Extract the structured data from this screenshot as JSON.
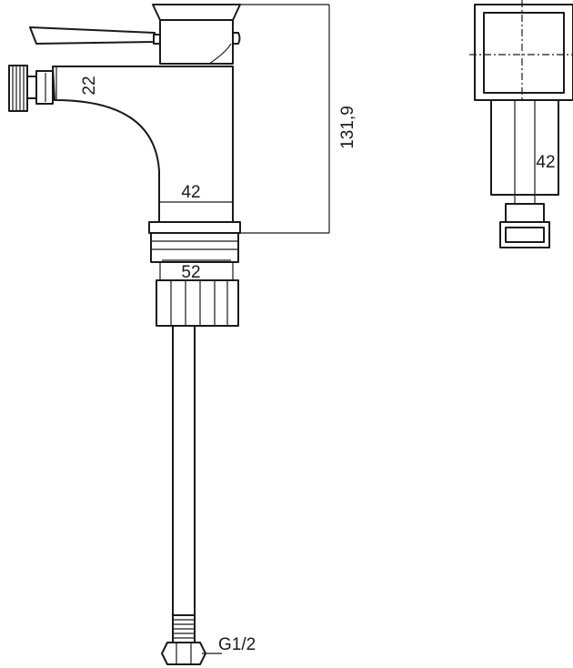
{
  "dimensions": {
    "total_height": "131,9",
    "inlet_height": "22",
    "spout_width": "42",
    "base_width": "52",
    "side_width": "42",
    "thread": "G1/2"
  }
}
